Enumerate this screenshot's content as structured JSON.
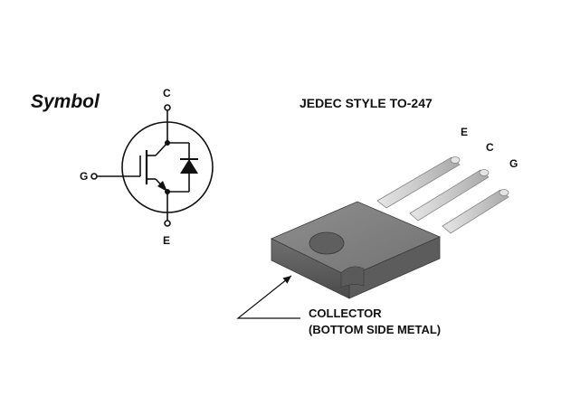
{
  "symbol_section": {
    "title": "Symbol",
    "pin_c": "C",
    "pin_g": "G",
    "pin_e": "E"
  },
  "package_section": {
    "heading": "JEDEC STYLE TO-247",
    "lead_e": "E",
    "lead_c": "C",
    "lead_g": "G",
    "callout_line1": "COLLECTOR",
    "callout_line2": "(BOTTOM SIDE METAL)"
  },
  "colors": {
    "ink": "#111111",
    "package_body": "#6e6e6e",
    "package_top": "#8a8a8a",
    "leads": "#c8c8c8"
  }
}
